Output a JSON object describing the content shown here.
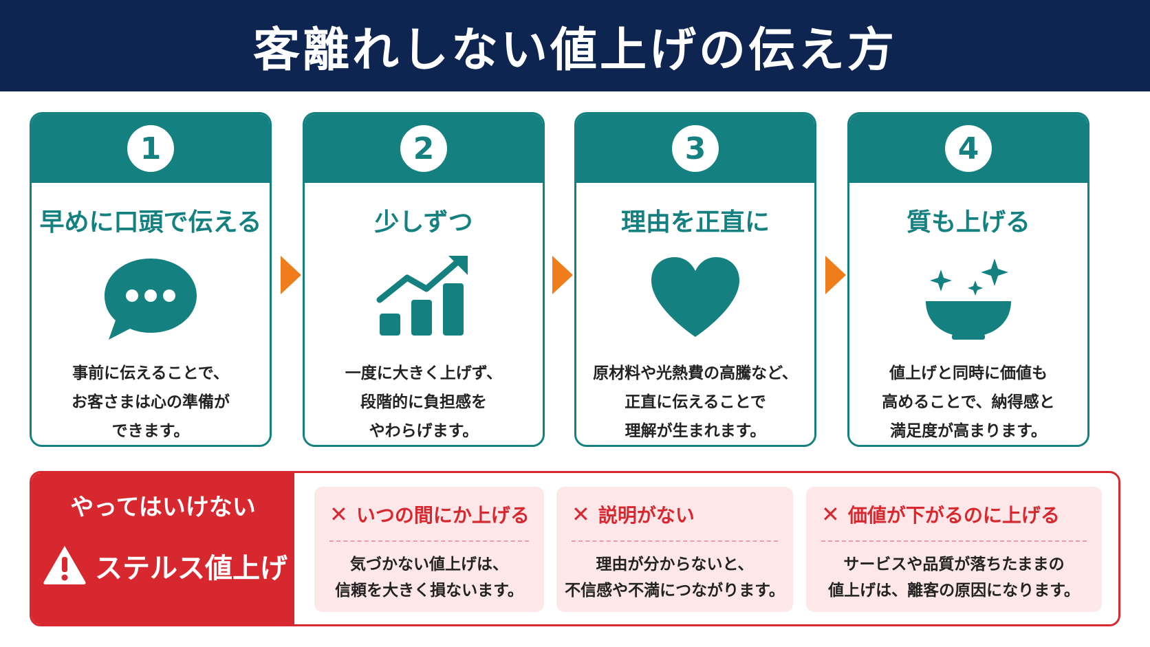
{
  "header": {
    "title": "客離れしない値上げの伝え方"
  },
  "colors": {
    "navy": "#0d2550",
    "teal": "#148080",
    "orange": "#f07d1c",
    "red": "#d7282f",
    "pink": "#fde7e8"
  },
  "steps": [
    {
      "number": "1",
      "title": "早めに口頭で伝える",
      "icon": "speech-bubble-icon",
      "desc": [
        "事前に伝えることで、",
        "お客さまは心の準備が",
        "できます。"
      ]
    },
    {
      "number": "2",
      "title": "少しずつ",
      "icon": "growth-chart-icon",
      "desc": [
        "一度に大きく上げず、",
        "段階的に負担感を",
        "やわらげます。"
      ]
    },
    {
      "number": "3",
      "title": "理由を正直に",
      "icon": "heart-icon",
      "desc": [
        "原材料や光熱費の高騰など、",
        "正直に伝えることで",
        "理解が生まれます。"
      ]
    },
    {
      "number": "4",
      "title": "質も上げる",
      "icon": "sparkling-bowl-icon",
      "desc": [
        "値上げと同時に価値も",
        "高めることで、納得感と",
        "満足度が高まります。"
      ]
    }
  ],
  "warning": {
    "heading": "やってはいけない",
    "subheading": "ステルス値上げ",
    "icon": "warning-icon",
    "items": [
      {
        "mark": "✕",
        "title": "いつの間にか上げる",
        "desc": [
          "気づかない値上げは、",
          "信頼を大きく損ないます。"
        ]
      },
      {
        "mark": "✕",
        "title": "説明がない",
        "desc": [
          "理由が分からないと、",
          "不信感や不満につながります。"
        ]
      },
      {
        "mark": "✕",
        "title": "価値が下がるのに上げる",
        "desc": [
          "サービスや品質が落ちたままの",
          "値上げは、離客の原因になります。"
        ]
      }
    ]
  }
}
